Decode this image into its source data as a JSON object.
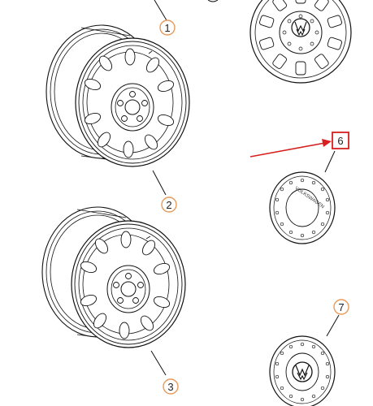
{
  "parts": [
    {
      "number": "1",
      "style": "circle"
    },
    {
      "number": "2",
      "style": "circle"
    },
    {
      "number": "3",
      "style": "circle"
    },
    {
      "number": "6",
      "style": "square"
    },
    {
      "number": "7",
      "style": "circle"
    }
  ],
  "emblem": {
    "lettering": "VOLKSWAGEN",
    "logo": "VW"
  },
  "colors": {
    "badge_stroke": "#e79a5a",
    "highlight": "#d62020",
    "line": "#111111"
  }
}
